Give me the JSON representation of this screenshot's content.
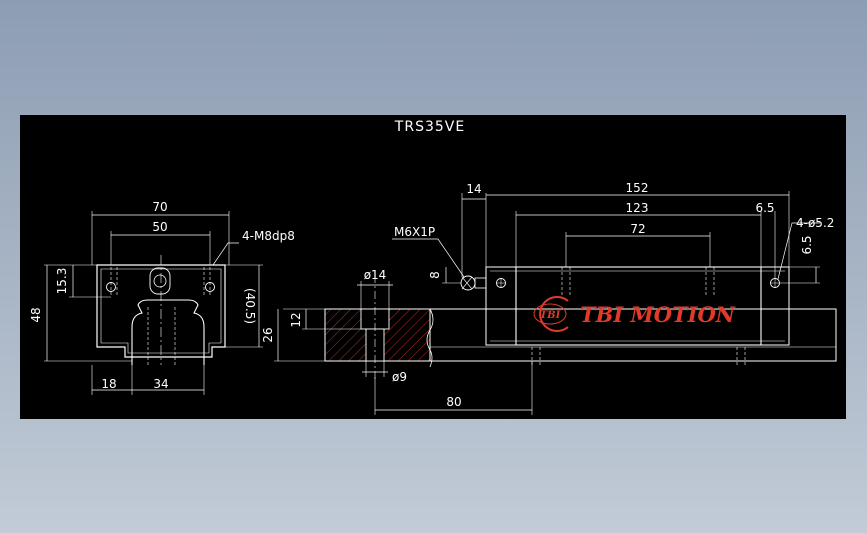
{
  "drawing": {
    "title": "TRS35VE",
    "brand": "TBI MOTION",
    "brand_mark": "TBI",
    "colors": {
      "background": "#000000",
      "lines": "#ffffff",
      "brand": "#e23a2a",
      "hatch": "#e23a2a",
      "frame": "#9aa8bb"
    },
    "front_view": {
      "width_total": "70",
      "mounting_pitch": "50",
      "mounting_holes": "4-M8dp8",
      "height_total": "48",
      "hole_height": "15.3",
      "height_ref": "(40.5)",
      "rail_offset": "18",
      "rail_width": "34"
    },
    "rail_section": {
      "rail_height": "26",
      "hole_depth": "12",
      "counterbore": "ø14",
      "through_hole": "ø9",
      "rail_pitch": "80"
    },
    "side_view": {
      "grease_nipple": "M6X1P",
      "nipple_height": "8",
      "end_offset": "14",
      "block_length": "152",
      "body_length": "123",
      "hole_pitch": "72",
      "edge_distance": "6.5",
      "side_holes": "4-ø5.2",
      "side_hole_height": "6.5"
    }
  }
}
